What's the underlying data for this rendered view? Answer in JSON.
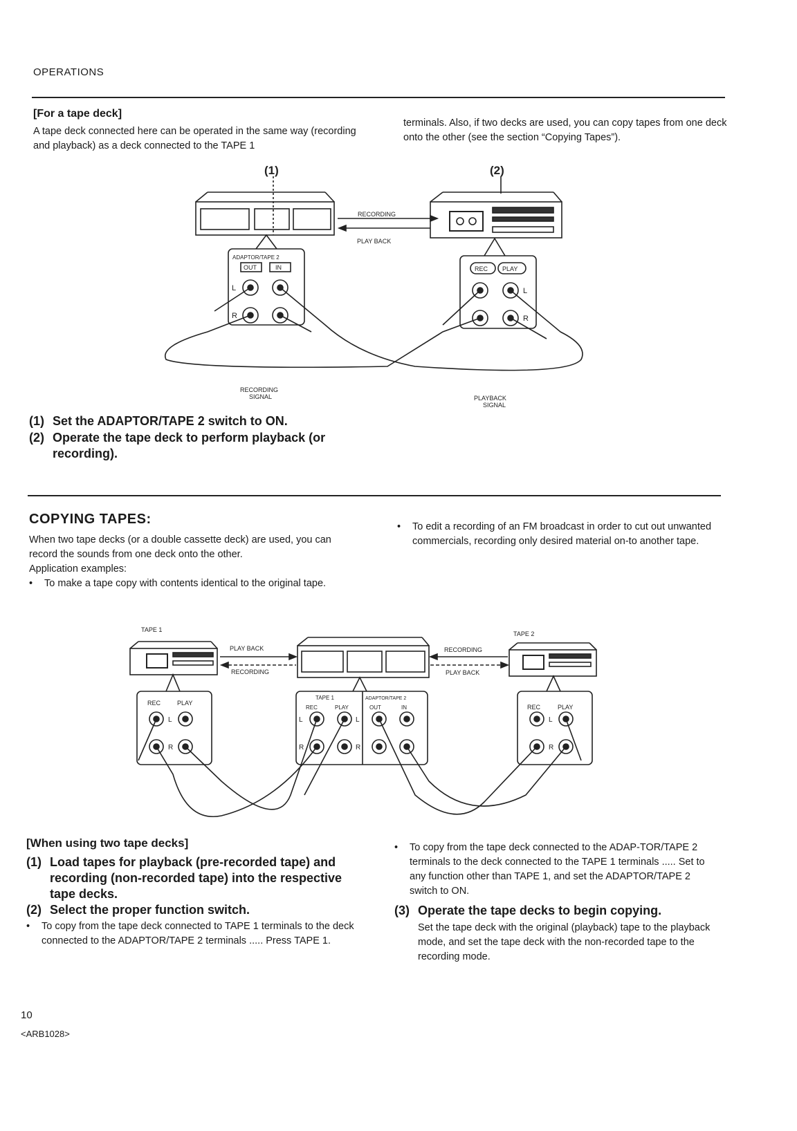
{
  "header": {
    "section": "OPERATIONS"
  },
  "tape_deck": {
    "heading": "[For a tape deck]",
    "para_left": "A tape deck connected here can be operated in the same way (recording and playback) as a deck connected to the TAPE 1",
    "para_right": "terminals. Also, if two decks are used, you can copy tapes from one deck onto the other (see the section “Copying Tapes”).",
    "diagram": {
      "marker_1": "(1)",
      "marker_2": "(2)",
      "recording": "RECORDING",
      "play_back": "PLAY BACK",
      "panel_title": "ADAPTOR/TAPE 2",
      "out": "OUT",
      "in": "IN",
      "rec": "REC",
      "play": "PLAY",
      "l": "L",
      "r": "R",
      "recording_signal_1": "RECORDING",
      "recording_signal_2": "SIGNAL",
      "playback_signal_1": "PLAYBACK",
      "playback_signal_2": "SIGNAL"
    },
    "steps": [
      {
        "num": "(1)",
        "text": "Set the ADAPTOR/TAPE 2 switch to ON."
      },
      {
        "num": "(2)",
        "text": "Operate the tape deck to perform playback (or recording)."
      }
    ]
  },
  "copying": {
    "heading": "COPYING TAPES:",
    "para": "When two tape decks (or a double cassette deck) are used, you can record the sounds from one deck onto the other.",
    "examples_label": "Application examples:",
    "bullet_1": "To make a tape copy with contents identical to the original tape.",
    "bullet_2": "To edit a recording of an FM broadcast in order to cut out unwanted commercials, recording only desired material on-to another tape.",
    "diagram": {
      "tape1": "TAPE 1",
      "tape2": "TAPE 2",
      "play_back": "PLAY BACK",
      "recording": "RECORDING",
      "rec": "REC",
      "play": "PLAY",
      "adaptor": "ADAPTOR/TAPE 2",
      "out": "OUT",
      "in": "IN",
      "l": "L",
      "r": "R"
    },
    "two_decks_heading": "[When using two tape decks]",
    "steps": [
      {
        "num": "(1)",
        "text": "Load tapes for playback (pre-recorded tape) and recording (non-recorded tape) into the respective tape decks."
      },
      {
        "num": "(2)",
        "text": "Select the proper function switch."
      }
    ],
    "bullet_tape1": "To copy from the tape deck connected to TAPE 1 terminals to the deck connected to the ADAPTOR/TAPE 2 terminals ..... Press TAPE 1.",
    "bullet_adaptor": "To copy from the tape deck connected to the ADAP-TOR/TAPE 2 terminals to the deck connected to the TAPE 1 terminals ..... Set to any function other than TAPE 1, and set the ADAPTOR/TAPE 2 switch to ON.",
    "step3": {
      "num": "(3)",
      "text": "Operate the tape decks to begin copying."
    },
    "step3_detail": "Set the tape deck with the original (playback) tape to the playback mode, and set the tape deck with the non-recorded tape to the recording mode."
  },
  "footer": {
    "page": "10",
    "code": "<ARB1028>"
  }
}
